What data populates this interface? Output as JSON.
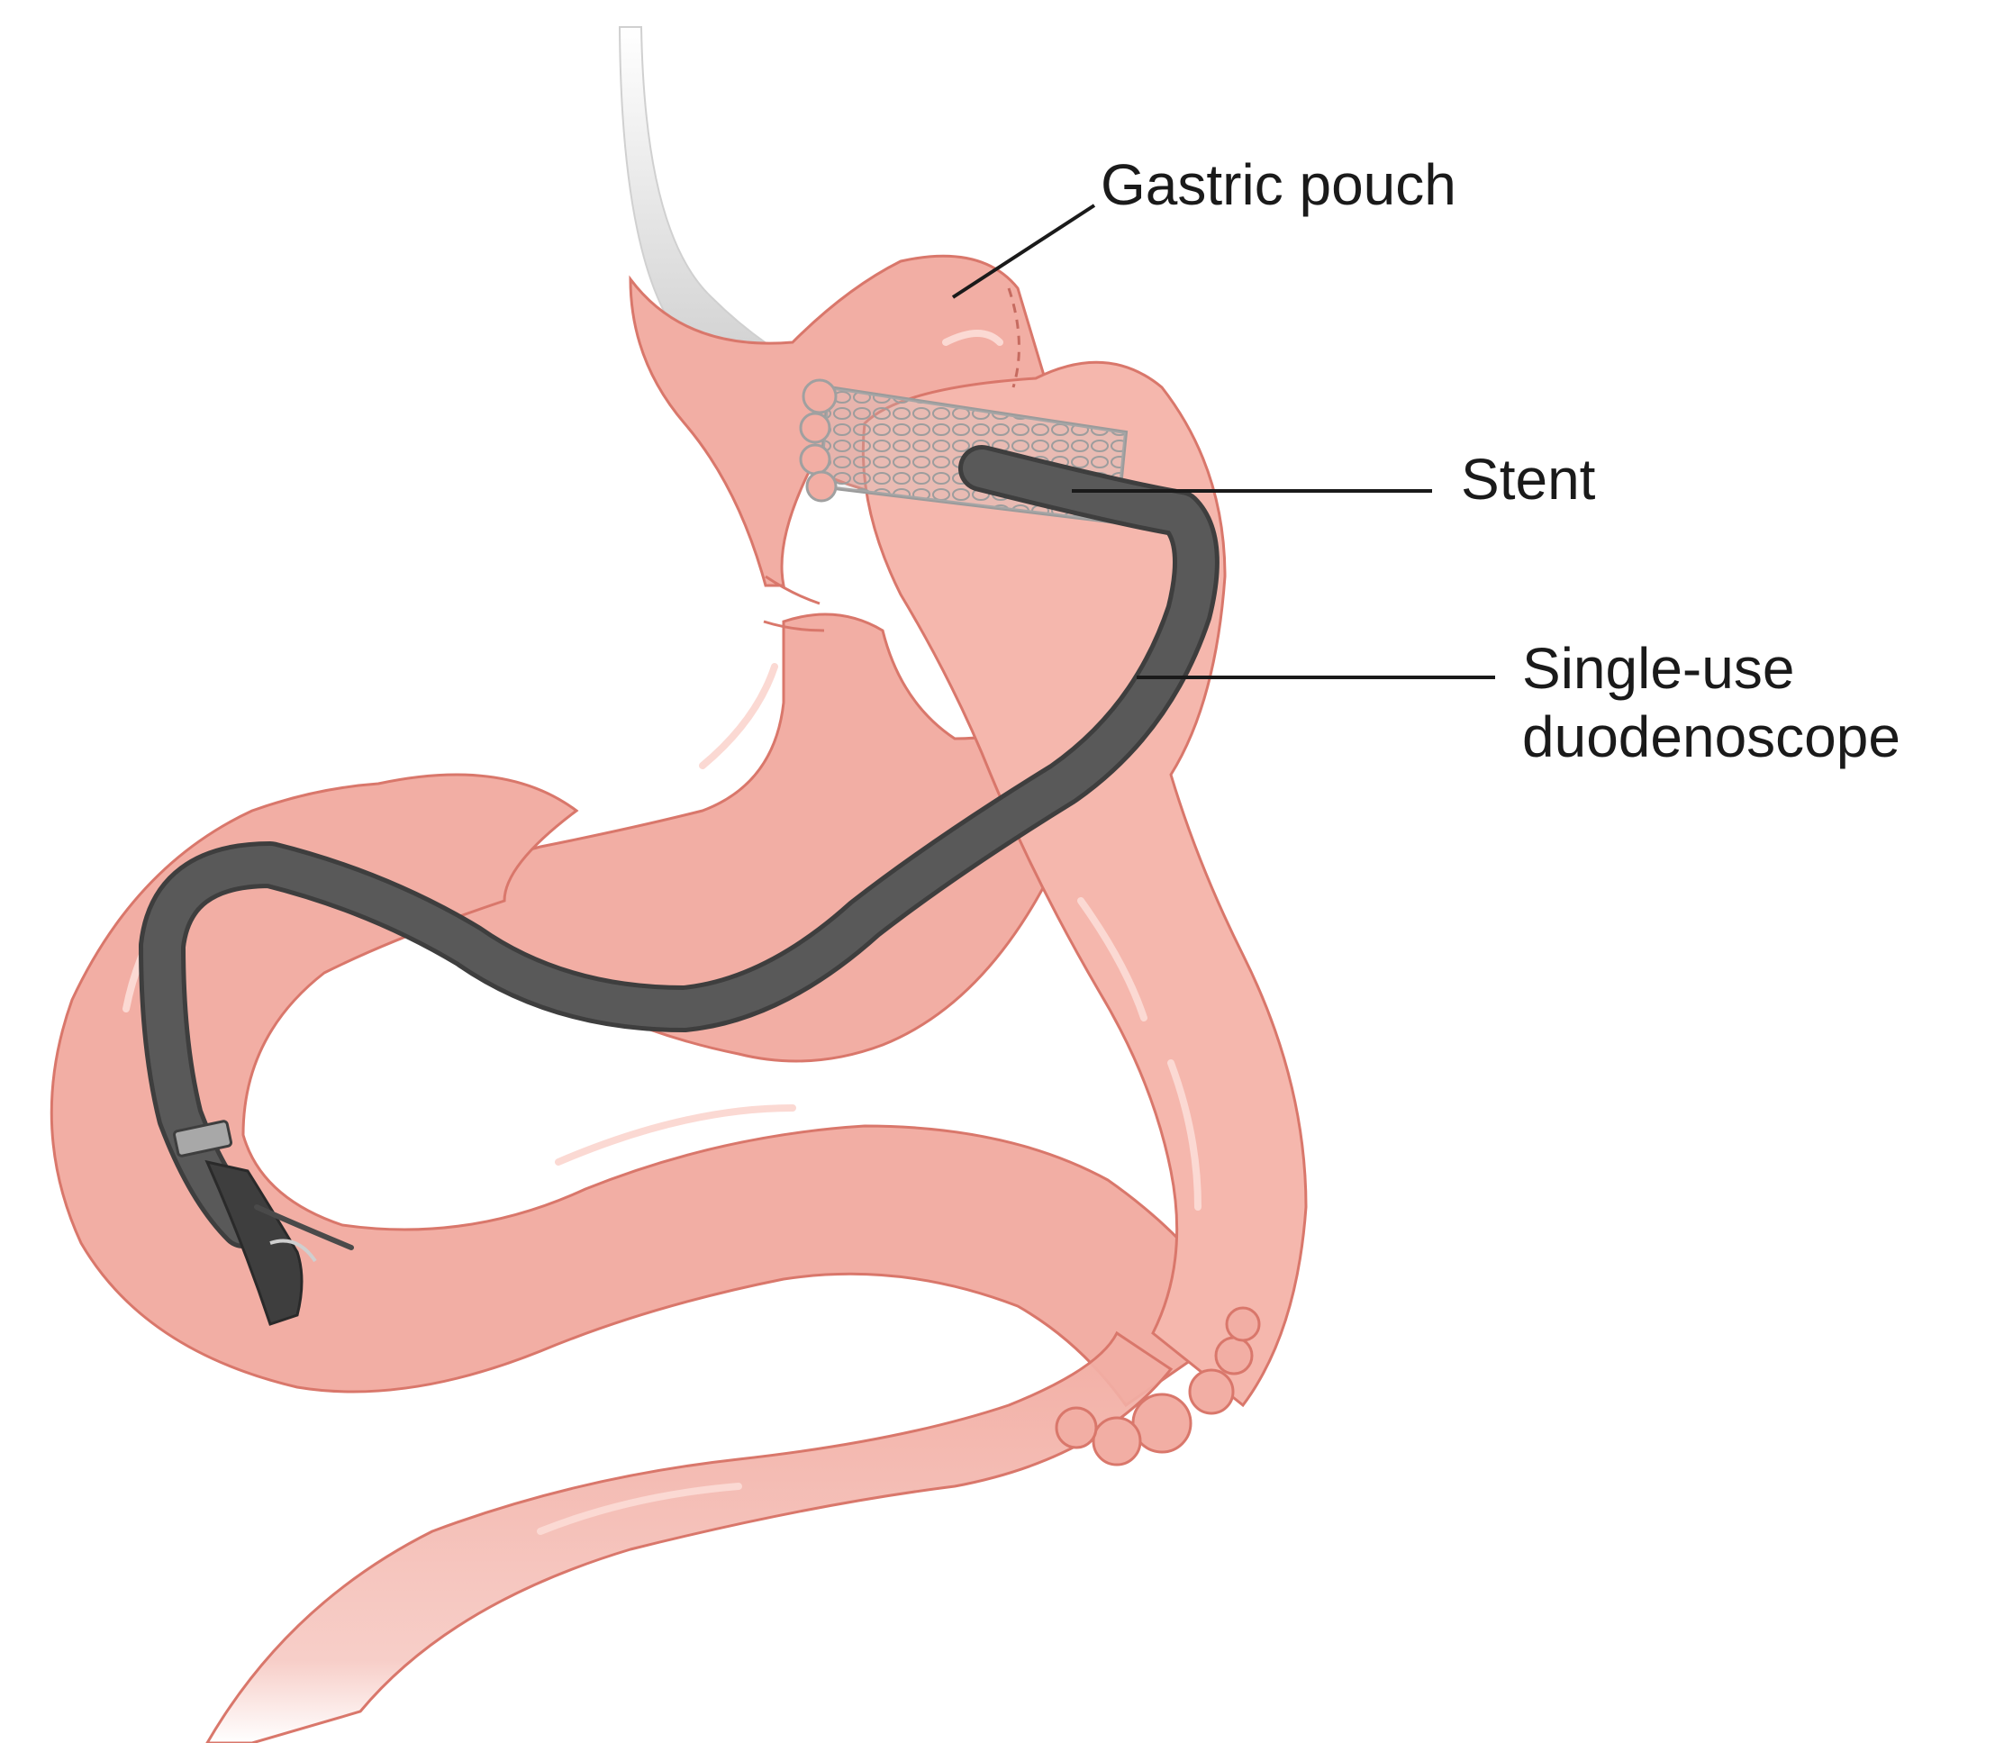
{
  "labels": {
    "gastric_pouch": "Gastric pouch",
    "stent": "Stent",
    "duodenoscope_line1": "Single-use",
    "duodenoscope_line2": "duodenoscope"
  },
  "colors": {
    "tissue": "#f2aea4",
    "tissue_dark": "#e79587",
    "tissue_outline": "#d9776b",
    "highlight": "#fbd9d3",
    "scope": "#595959",
    "scope_outline": "#3e3e3e",
    "stent": "#b8b8b8",
    "esophagus_tube": "#d9d9d9",
    "leader_line": "#1a1a1a"
  }
}
